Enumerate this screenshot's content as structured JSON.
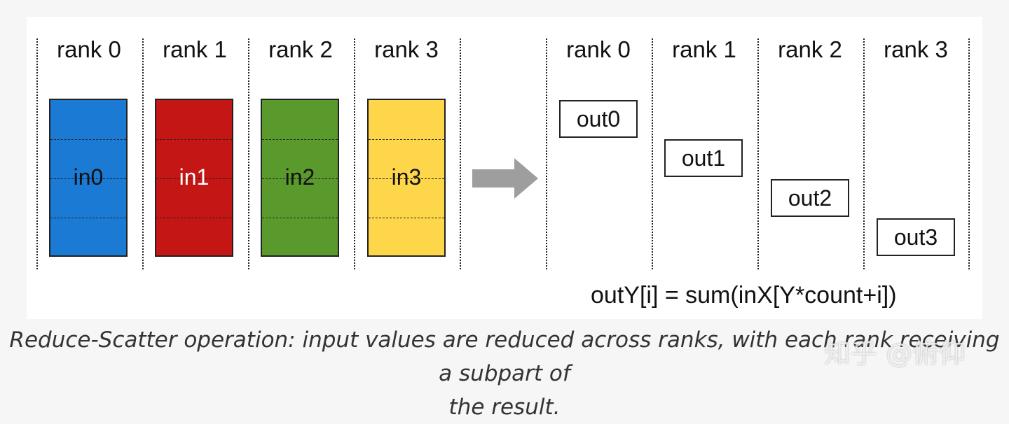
{
  "left_group": {
    "ranks": [
      {
        "label": "rank 0",
        "input": "in0",
        "color": "#1b7ad3",
        "text_color": "#111111"
      },
      {
        "label": "rank 1",
        "input": "in1",
        "color": "#c51616",
        "text_color": "#ffffff"
      },
      {
        "label": "rank 2",
        "input": "in2",
        "color": "#5a9a2c",
        "text_color": "#111111"
      },
      {
        "label": "rank 3",
        "input": "in3",
        "color": "#fdd64a",
        "text_color": "#111111"
      }
    ]
  },
  "right_group": {
    "ranks": [
      {
        "label": "rank 0",
        "output": "out0"
      },
      {
        "label": "rank 1",
        "output": "out1"
      },
      {
        "label": "rank 2",
        "output": "out2"
      },
      {
        "label": "rank 3",
        "output": "out3"
      }
    ]
  },
  "arrow_color": "#9e9e9e",
  "formula": "outY[i] = sum(inX[Y*count+i])",
  "caption": {
    "line1": "Reduce-Scatter operation: input values are reduced across ranks, with each rank receiving a subpart of",
    "line2": "the result."
  },
  "watermark": "知乎 @俯仰"
}
